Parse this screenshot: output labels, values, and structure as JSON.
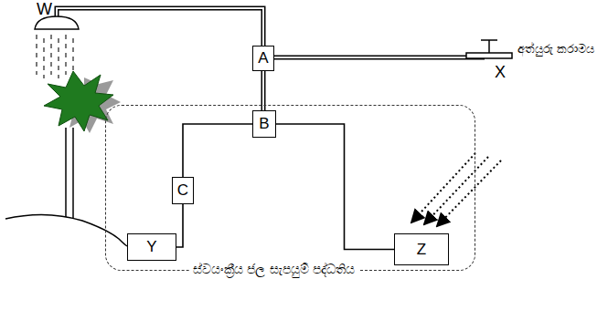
{
  "diagram": {
    "nodes": [
      {
        "text": [
          "A"
        ]
      },
      {
        "text": [
          "ස්වයංක්‍රීය ජල සැපයුම් පද්ධතිය"
        ]
      },
      {
        "text": [
          "B"
        ],
        "in": 1
      },
      {
        "text": [
          "C"
        ],
        "in": 1
      },
      {
        "text": [
          "Y"
        ],
        "in": 1
      },
      {
        "text": [
          "Z"
        ],
        "in": 1
      }
    ],
    "edges": [
      {
        "from": 0,
        "to": 2,
        "arrow": "none"
      },
      {
        "from": 2,
        "to": 3,
        "arrow": "none"
      },
      {
        "from": 3,
        "to": 4,
        "arrow": "none"
      },
      {
        "from": 2,
        "to": 5,
        "arrow": "none"
      }
    ],
    "labels": [
      "W",
      "අත්යුරු කරාමය",
      "X"
    ]
  }
}
